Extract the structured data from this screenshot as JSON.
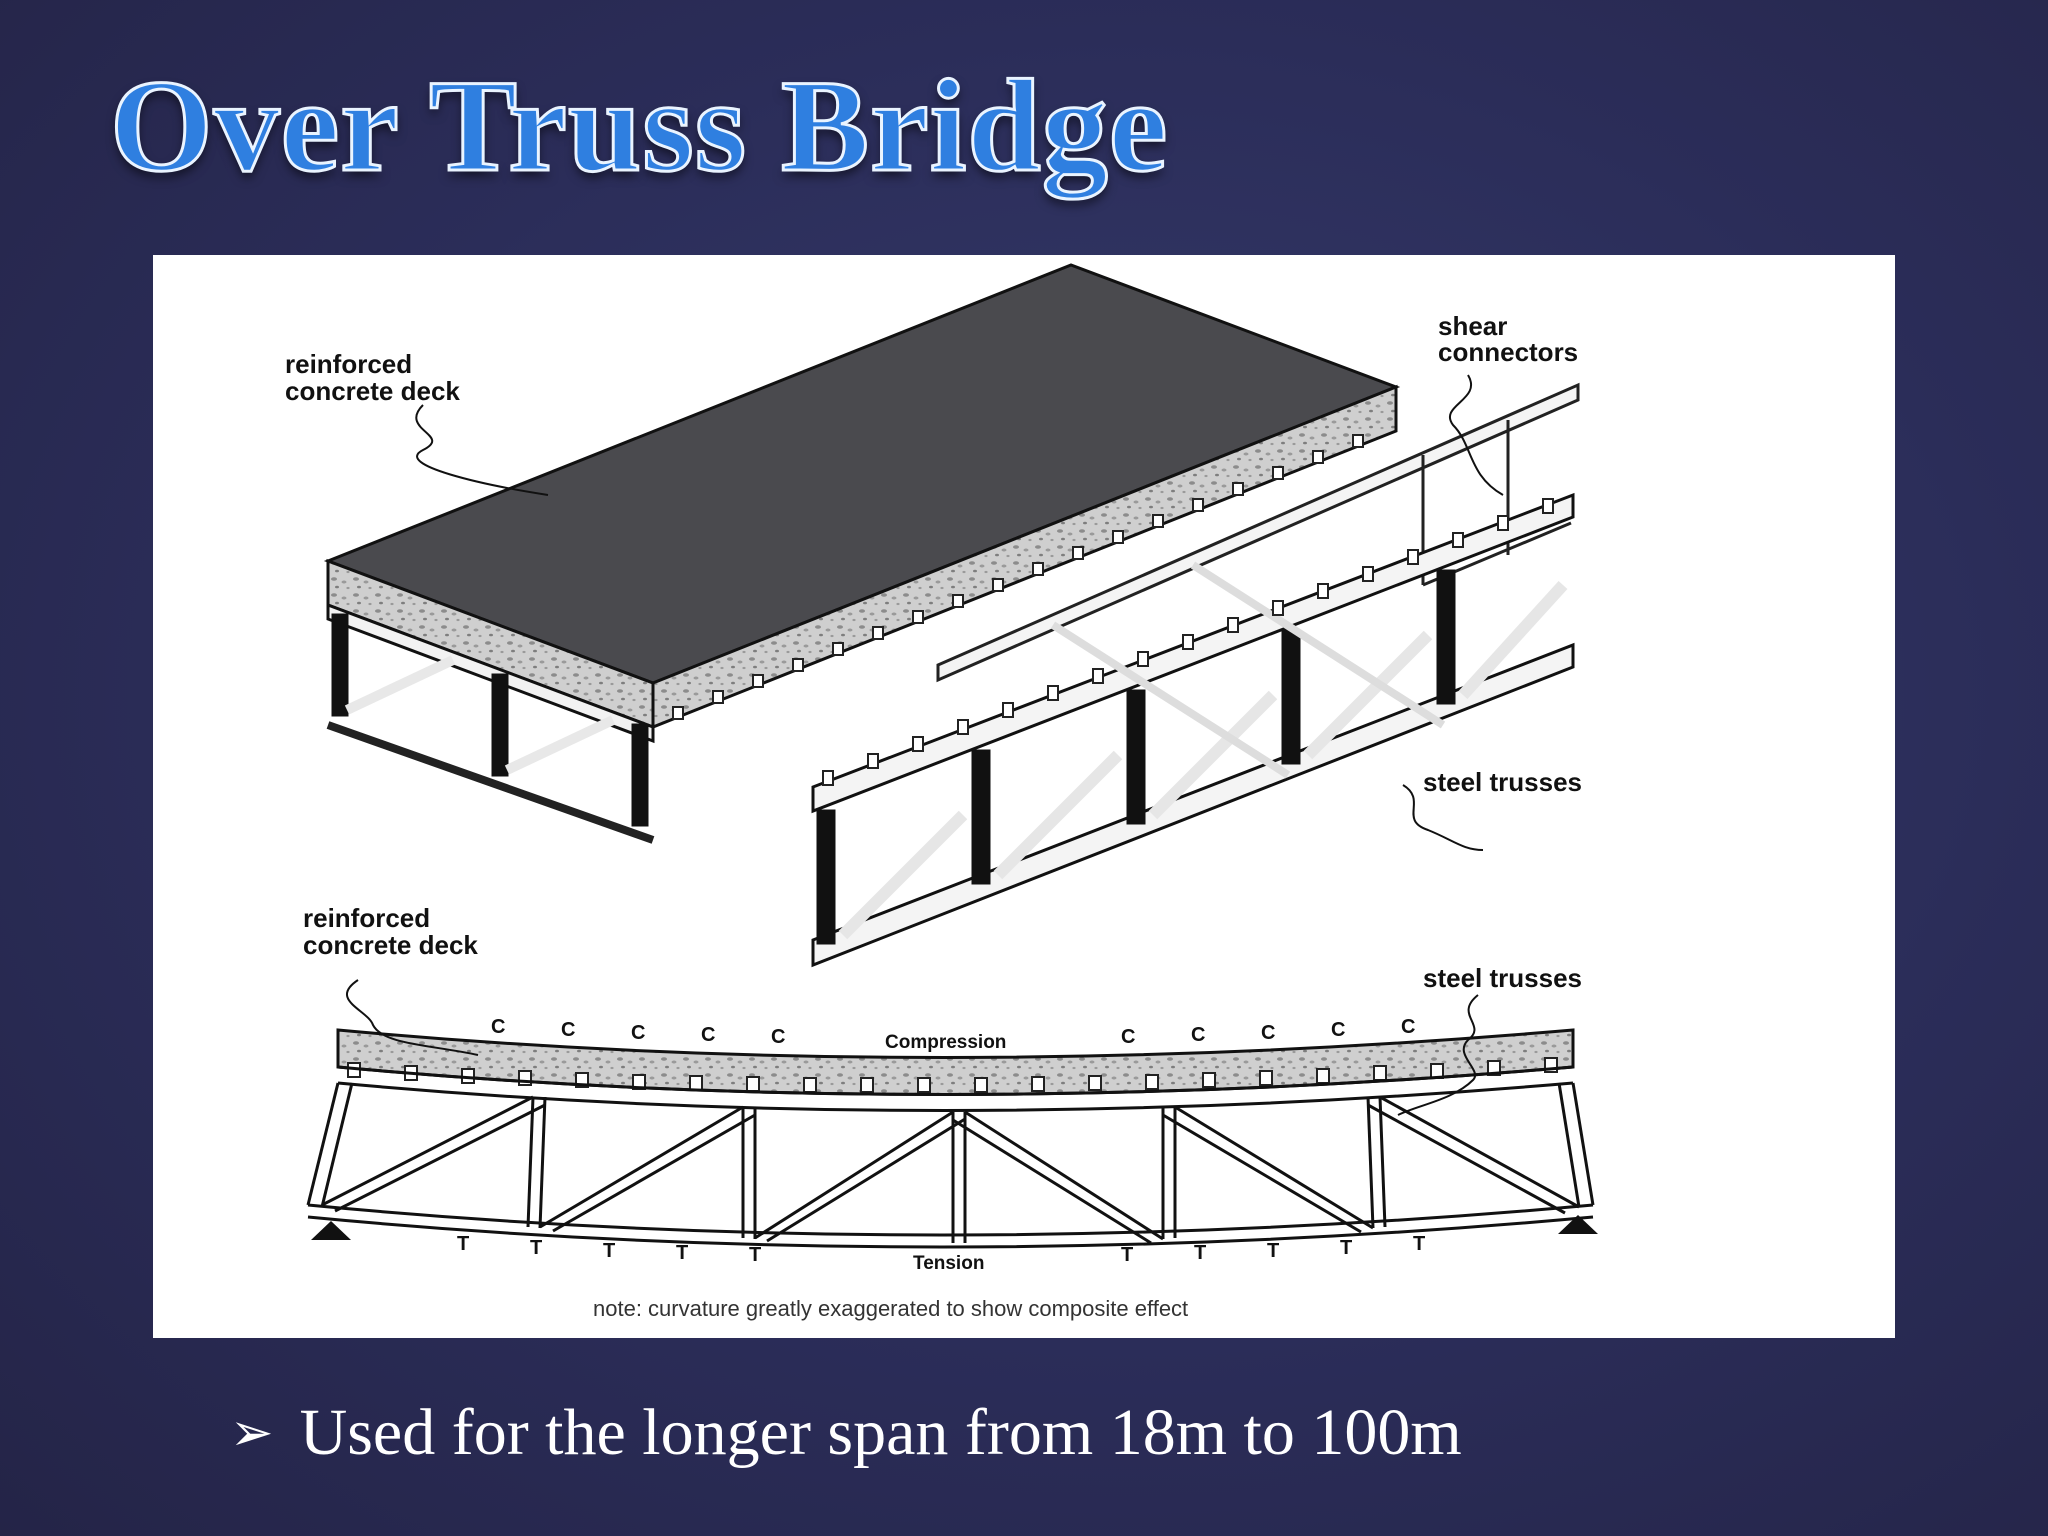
{
  "slide": {
    "title": "Over Truss Bridge",
    "bullet_icon": "arrowhead-bullet-icon",
    "bullet_text": "Used for the longer span from 18m to 100m"
  },
  "figure": {
    "top_labels": {
      "deck_line1": "reinforced",
      "deck_line2": "concrete deck",
      "shear_line1": "shear",
      "shear_line2": "connectors",
      "trusses": "steel trusses"
    },
    "bottom_labels": {
      "deck_line1": "reinforced",
      "deck_line2": "concrete deck",
      "trusses": "steel trusses",
      "compression": "Compression",
      "tension": "Tension",
      "compression_mark": "C",
      "tension_mark": "T",
      "note": "note: curvature greatly exaggerated to show composite effect"
    }
  },
  "colors": {
    "background": "#2b2d59",
    "title_fill": "#2f7fe0",
    "deck_surface": "#4a4a4e",
    "concrete": "#c9c9c9"
  }
}
